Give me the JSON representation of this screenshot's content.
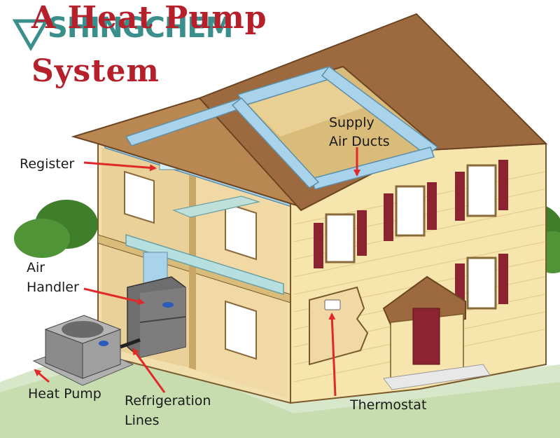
{
  "title": {
    "line1": "A Heat Pump",
    "line2": "System"
  },
  "watermark": {
    "text": "SHINGCHEM"
  },
  "labels": {
    "supply": "Supply",
    "air_ducts": "Air Ducts",
    "register": "Register",
    "air": "Air",
    "handler": "Handler",
    "heat_pump": "Heat Pump",
    "refrigeration": "Refrigeration",
    "lines": "Lines",
    "thermostat": "Thermostat"
  },
  "colors": {
    "title": "#b5202a",
    "arrow": "#e02a2a",
    "roof": "#9c6a3e",
    "siding": "#f3e1a6",
    "shutter": "#8c2330",
    "duct": "#a9d3ea",
    "grass": "#4f8f3a",
    "watermark": "#3a8f8c"
  }
}
